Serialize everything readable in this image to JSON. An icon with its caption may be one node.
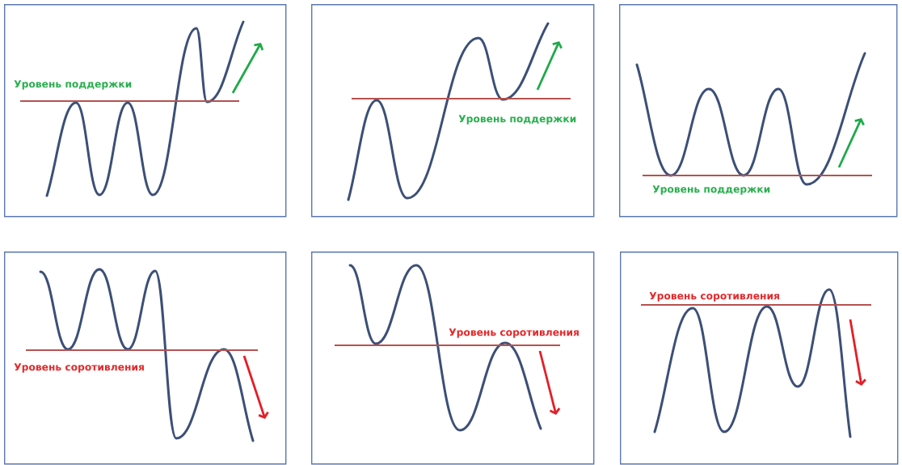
{
  "diagram": {
    "nodes": [
      {
        "text": [
          "Уровень поддержки"
        ]
      },
      {
        "text": [
          "Уровень поддержки"
        ]
      },
      {
        "text": [
          "Уровень поддержки"
        ]
      },
      {
        "text": [
          "Уровень соротивления"
        ]
      },
      {
        "text": [
          "Уровень соротивления"
        ]
      },
      {
        "text": [
          "Уровень соротивления"
        ]
      }
    ]
  }
}
